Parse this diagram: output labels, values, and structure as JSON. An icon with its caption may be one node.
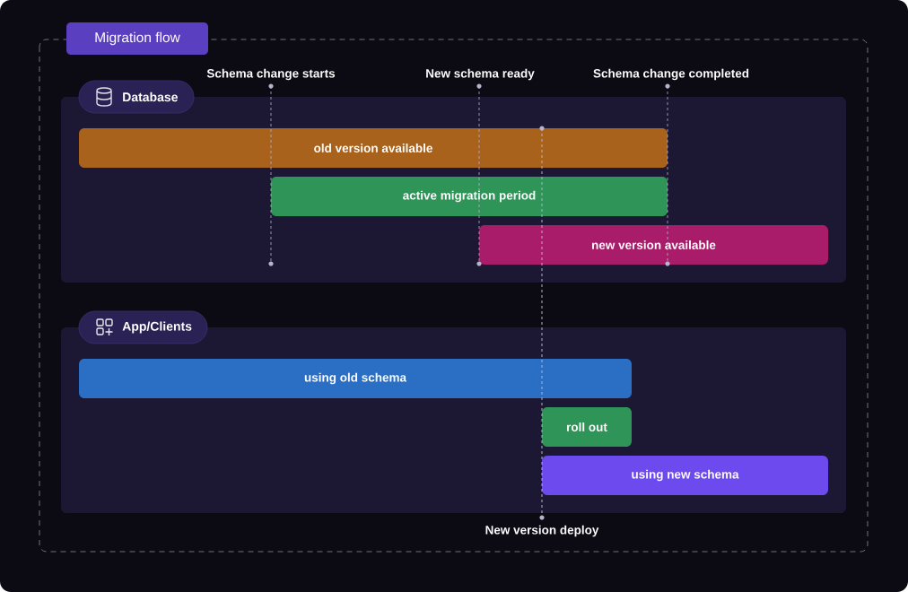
{
  "diagram": {
    "title": "Migration flow",
    "nodes": [
      {
        "text": [
          "Database"
        ]
      },
      {
        "text": [
          "old version available"
        ],
        "in": 0
      },
      {
        "text": [
          "active migration period"
        ],
        "in": 0
      },
      {
        "text": [
          "new version available"
        ],
        "in": 0
      },
      {
        "text": [
          "App/Clients"
        ]
      },
      {
        "text": [
          "using old schema"
        ],
        "in": 4
      },
      {
        "text": [
          "roll out"
        ],
        "in": 4
      },
      {
        "text": [
          "using new schema"
        ],
        "in": 4
      }
    ],
    "labels": [
      "Schema change starts",
      "New schema ready",
      "Schema change completed",
      "New version deploy"
    ]
  }
}
